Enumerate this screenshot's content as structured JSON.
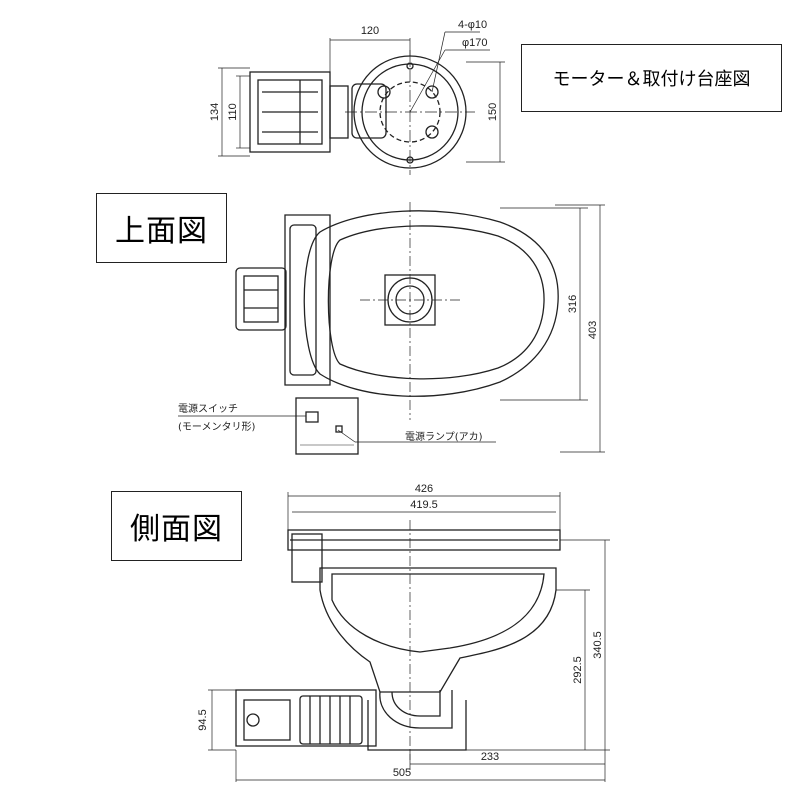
{
  "titles": {
    "motor_base": "モーター＆取付け台座図",
    "top_view": "上面図",
    "side_view": "側面図"
  },
  "dimensions": {
    "motor_width": "120",
    "bolt_holes": "4-φ10",
    "bolt_circle": "φ170",
    "motor_height_outer": "134",
    "motor_height_inner": "110",
    "base_height": "150",
    "seat_depth": "316",
    "total_depth": "403",
    "overall_width": "426",
    "seat_width": "419.5",
    "bowl_height": "292.5",
    "total_height": "340.5",
    "motor_unit_height": "94.5",
    "rear_offset": "233",
    "total_length": "505"
  },
  "labels": {
    "power_switch": "電源スイッチ",
    "power_switch_type": "(モーメンタリ形)",
    "power_lamp": "電源ランプ(アカ)"
  }
}
